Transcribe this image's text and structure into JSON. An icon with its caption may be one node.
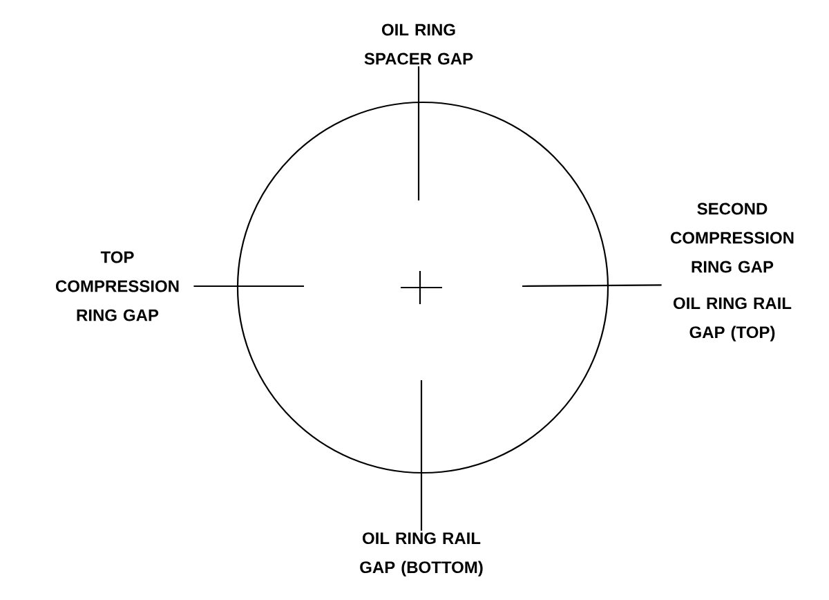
{
  "diagram": {
    "nodes": [
      {
        "text": [
          "OIL RING SPACER GAP"
        ]
      },
      {
        "text": [
          "TOP COMPRESSION RING GAP"
        ]
      },
      {
        "text": [
          "SECOND COMPRESSION RING GAP"
        ]
      },
      {
        "text": [
          "OIL RING RAIL GAP (TOP)"
        ]
      },
      {
        "text": [
          "OIL RING RAIL GAP (BOTTOM)"
        ]
      },
      {
        "text": [],
        "shape": "circle"
      }
    ],
    "edges": [
      {
        "from": 0,
        "to": 5,
        "arrow": "none"
      },
      {
        "from": 1,
        "to": 5,
        "arrow": "none"
      },
      {
        "from": 2,
        "to": 5,
        "arrow": "none"
      },
      {
        "from": 3,
        "to": 5,
        "arrow": "none"
      },
      {
        "from": 4,
        "to": 5,
        "arrow": "none"
      }
    ]
  }
}
